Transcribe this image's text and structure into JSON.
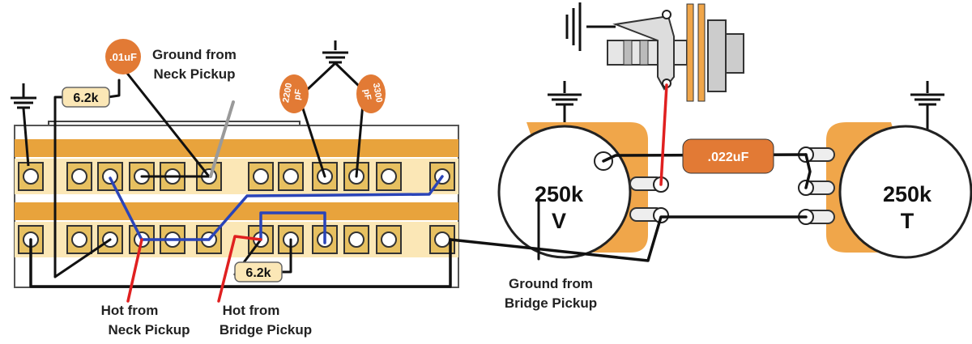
{
  "labels": {
    "ground_neck_1": "Ground from",
    "ground_neck_2": "Neck Pickup",
    "hot_neck_1": "Hot from",
    "hot_neck_2": "Neck Pickup",
    "hot_bridge_1": "Hot from",
    "hot_bridge_2": "Bridge Pickup",
    "ground_bridge_1": "Ground from",
    "ground_bridge_2": "Bridge Pickup"
  },
  "components": {
    "cap_tone": ".01uF",
    "cap_2200_a": "2200",
    "cap_2200_b": "pF",
    "cap_3300_a": "3300",
    "cap_3300_b": "pF",
    "cap_main": ".022uF",
    "resistor_top": "6.2k",
    "resistor_bottom": "6.2k"
  },
  "pots": {
    "volume_value": "250k",
    "volume_letter": "V",
    "tone_value": "250k",
    "tone_letter": "T"
  },
  "colors": {
    "switch_board": "#e8a33c",
    "switch_body": "#fbe7b6",
    "lug": "#e7c060",
    "cap_orange": "#e27a35",
    "pot_body": "#f0a64a",
    "wire_hot": "#e02020",
    "wire_blue": "#2a44b8",
    "wire_ground_neck": "#9a9a9a",
    "wire_black": "#111111"
  }
}
